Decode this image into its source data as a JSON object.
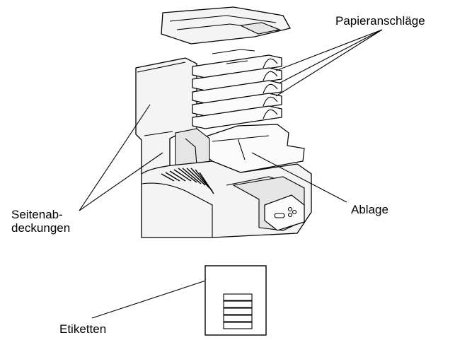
{
  "labels": {
    "paper_stops": "Papieranschläge",
    "tray": "Ablage",
    "side_covers_line1": "Seitenab-",
    "side_covers_line2": "deckungen",
    "labels_sheet": "Etiketten"
  }
}
